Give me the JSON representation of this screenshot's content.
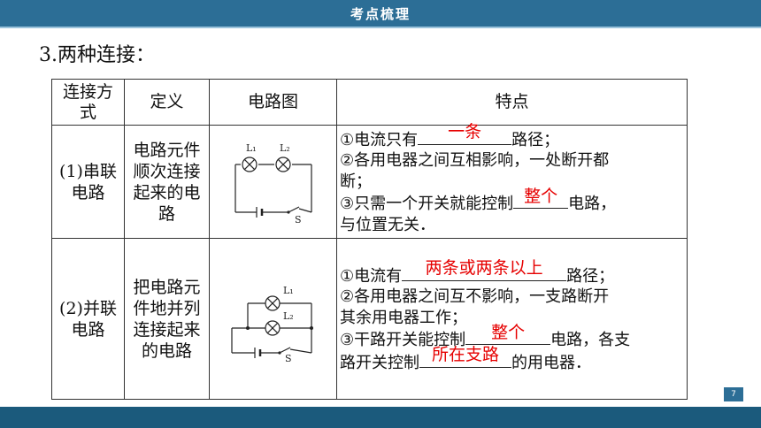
{
  "header": {
    "title": "考点梳理"
  },
  "heading": "3.两种连接：",
  "table": {
    "headers": [
      "连接方式",
      "定义",
      "电路图",
      "特点"
    ],
    "rows": [
      {
        "type_num": "(1)",
        "type_text": "串联电路",
        "definition": "电路元件顺次连接起来的电路",
        "diagram_labels": {
          "l1": "L₁",
          "l2": "L₂",
          "s": "S"
        },
        "features": {
          "l1_pre": "①电流只有",
          "l1_ans": "一条",
          "l1_post": "路径；",
          "l2": "②各用电器之间互相影响，一处断开都",
          "l3": "断；",
          "l4_pre": "③只需一个开关就能控制",
          "l4_ans": "整个",
          "l4_post": "电路，",
          "l5": "与位置无关．"
        }
      },
      {
        "type_num": "(2)",
        "type_text": "并联电路",
        "definition": "把电路元件地并列连接起来的电路",
        "diagram_labels": {
          "l1": "L₁",
          "l2": "L₂",
          "s": "S"
        },
        "features": {
          "l1_pre": "①电流有",
          "l1_ans": "两条或两条以上",
          "l1_post": "路径；",
          "l2": "②各用电器之间互不影响，一支路断开",
          "l3": "其余用电器工作；",
          "l4_pre": "③干路开关能控制",
          "l4_ans": "整个",
          "l4_post": "电路，各支",
          "l5_pre": "路开关控制",
          "l5_ans": "所在支路",
          "l5_post": "的用电器．"
        }
      }
    ]
  },
  "page_number": "7",
  "colors": {
    "header_bg": "#2c6e96",
    "answer": "#e60000",
    "footer_bg": "#1b5a7c"
  }
}
